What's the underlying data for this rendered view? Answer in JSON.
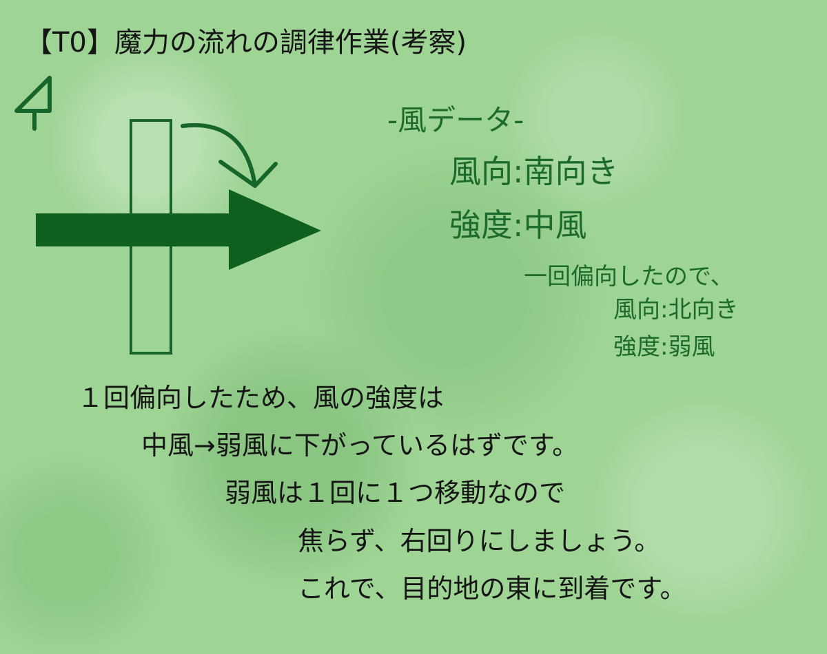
{
  "title": "【T0】魔力の流れの調律作業(考察)",
  "turn_label": "4",
  "wind_data": {
    "heading": "-風データ-",
    "direction": "風向:南向き",
    "strength": "強度:中風"
  },
  "deflection_note": {
    "line1": "一回偏向したので、",
    "line2": "風向:北向き",
    "line3": "強度:弱風"
  },
  "explanation": [
    "１回偏向したため、風の強度は",
    "中風→弱風に下がっているはずです。",
    "弱風は１回に１つ移動なので",
    "焦らず、右回りにしましょう。",
    "これで、目的地の東に到着です。"
  ],
  "colors": {
    "background": "#9ed494",
    "accent_green": "#1c6b2b",
    "dark_green": "#0f5f1f",
    "text": "#151515"
  }
}
